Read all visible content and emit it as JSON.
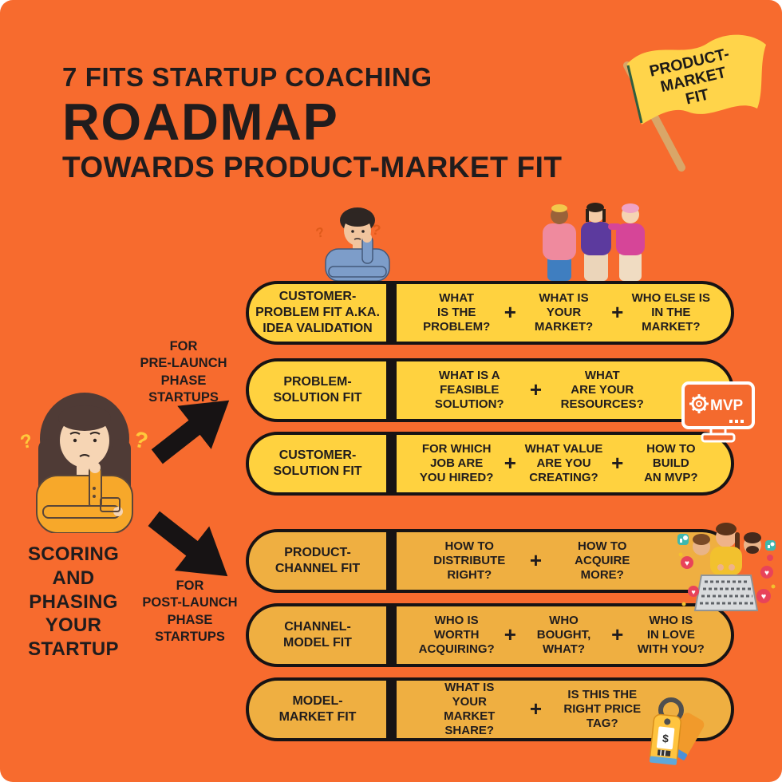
{
  "palette": {
    "background": "#F76B2E",
    "row_yellow_prelaunch": "#FFD23F",
    "row_yellow_postlaunch": "#EFAF41",
    "ink": "#201C1D",
    "flag_yellow": "#FFD44A"
  },
  "title": {
    "line1": "7 FITS STARTUP COACHING",
    "line2": "ROADMAP",
    "line3": "TOWARDS PRODUCT-MARKET FIT"
  },
  "flag": {
    "label": "PRODUCT-\nMARKET\nFIT"
  },
  "left": {
    "scoring_label": "SCORING\nAND\nPHASING\nYOUR\nSTARTUP",
    "pre_launch_label": "FOR\nPRE-LAUNCH\nPHASE\nSTARTUPS",
    "post_launch_label": "FOR\nPOST-LAUNCH\nPHASE\nSTARTUPS"
  },
  "plus": "+",
  "rows": [
    {
      "label": "CUSTOMER-\nPROBLEM FIT A.KA.\nIDEA VALIDATION",
      "questions": [
        "WHAT\nIS THE\nPROBLEM?",
        "WHAT IS\nYOUR\nMARKET?",
        "WHO ELSE IS\nIN THE\nMARKET?"
      ]
    },
    {
      "label": "PROBLEM-\nSOLUTION FIT",
      "questions": [
        "WHAT IS A\nFEASIBLE\nSOLUTION?",
        "WHAT\nARE YOUR\nRESOURCES?"
      ]
    },
    {
      "label": "CUSTOMER-\nSOLUTION FIT",
      "questions": [
        "FOR WHICH\nJOB ARE\nYOU HIRED?",
        "WHAT VALUE\nARE YOU\nCREATING?",
        "HOW TO\nBUILD\nAN MVP?"
      ]
    },
    {
      "label": "PRODUCT-\nCHANNEL FIT",
      "questions": [
        "HOW TO\nDISTRIBUTE\nRIGHT?",
        "HOW TO\nACQUIRE\nMORE?"
      ]
    },
    {
      "label": "CHANNEL-\nMODEL FIT",
      "questions": [
        "WHO IS\nWORTH\nACQUIRING?",
        "WHO\nBOUGHT,\nWHAT?",
        "WHO IS\nIN LOVE\nWITH YOU?"
      ]
    },
    {
      "label": "MODEL-\nMARKET FIT",
      "questions": [
        "WHAT IS\nYOUR\nMARKET\nSHARE?",
        "IS THIS THE\nRIGHT PRICE\nTAG?"
      ]
    }
  ],
  "icons": {
    "mvp_label": "MVP",
    "question_mark": "?",
    "dollar": "$",
    "heart": "♥"
  }
}
